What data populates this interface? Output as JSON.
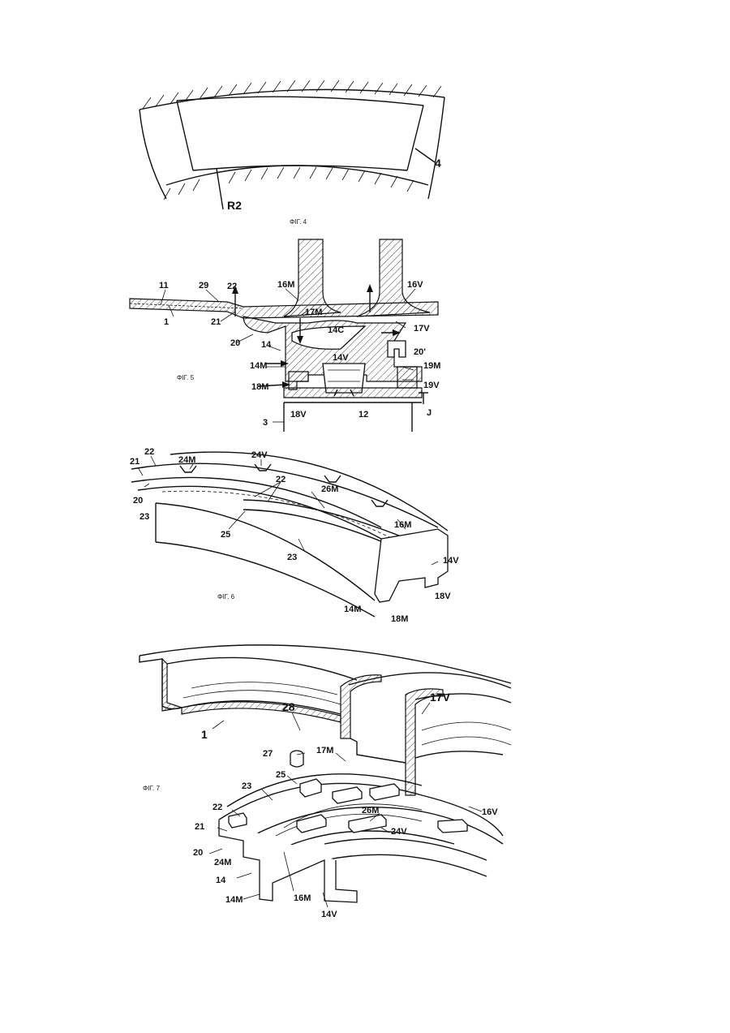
{
  "figures": {
    "fig4": {
      "caption": "ΦΙΓ. 4",
      "labels": [
        "R2",
        "4"
      ]
    },
    "fig5": {
      "caption": "ΦΙΓ. 5",
      "labels": [
        "1",
        "11",
        "29",
        "22",
        "16M",
        "16V",
        "17M",
        "17V",
        "21",
        "20",
        "14",
        "14C",
        "14M",
        "14V",
        "18M",
        "18V",
        "19M",
        "19V",
        "20'",
        "12",
        "3",
        "J"
      ]
    },
    "fig6": {
      "caption": "ΦΙΓ. 6",
      "labels": [
        "21",
        "22",
        "24M",
        "24V",
        "20",
        "23",
        "22",
        "26M",
        "25",
        "16M",
        "23",
        "14V",
        "18V",
        "14M",
        "18M"
      ]
    },
    "fig7": {
      "caption": "ΦΙΓ. 7",
      "labels": [
        "28",
        "1",
        "17V",
        "27",
        "17M",
        "25",
        "23",
        "26M",
        "16V",
        "22",
        "24V",
        "21",
        "24M",
        "20",
        "14",
        "16M",
        "14M",
        "14V"
      ]
    }
  }
}
